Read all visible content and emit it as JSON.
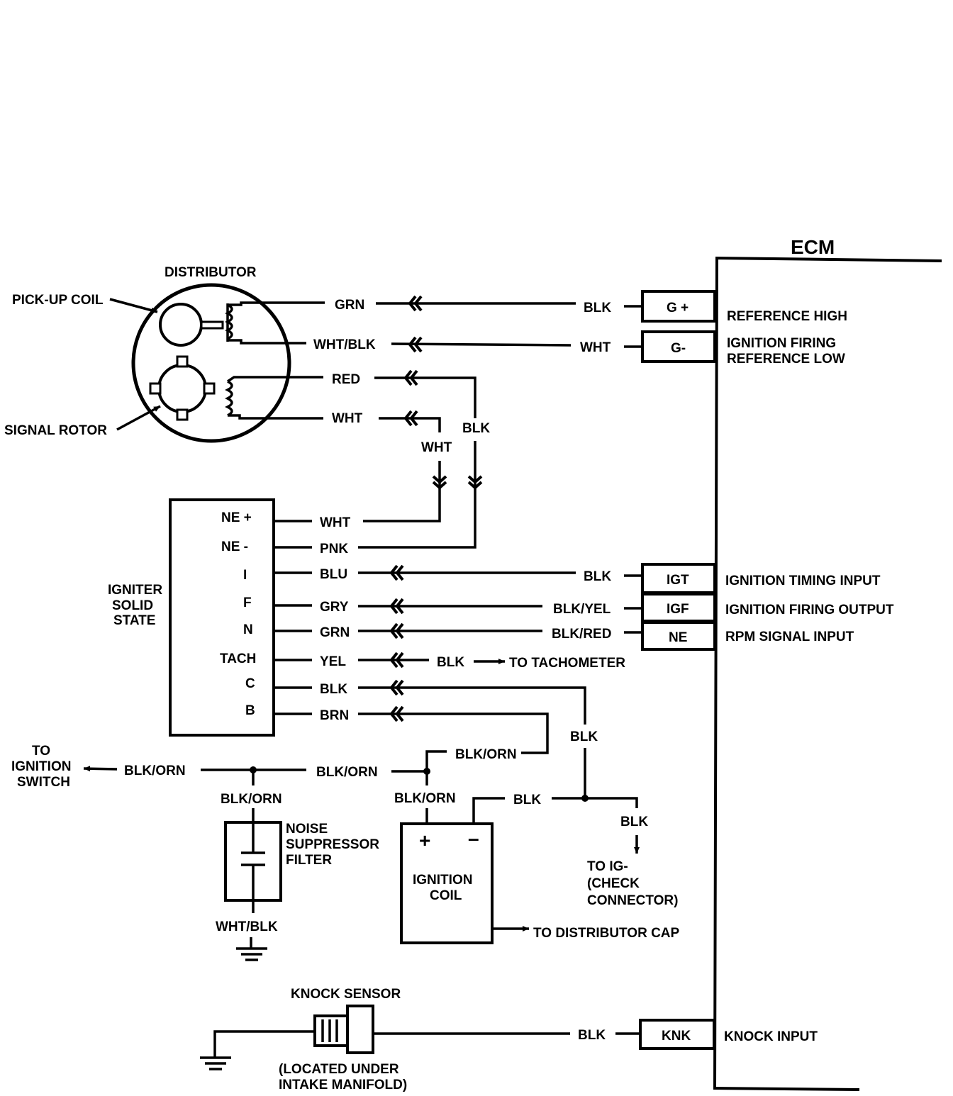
{
  "ecm": {
    "title": "ECM",
    "terminals": [
      {
        "code": "G +",
        "wire": "BLK",
        "description": "REFERENCE HIGH"
      },
      {
        "code": "G-",
        "wire": "WHT",
        "description_line1": "IGNITION FIRING",
        "description_line2": "REFERENCE LOW"
      },
      {
        "code": "IGT",
        "wire": "BLK",
        "description": "IGNITION TIMING INPUT"
      },
      {
        "code": "IGF",
        "wire": "BLK/YEL",
        "description": "IGNITION FIRING OUTPUT"
      },
      {
        "code": "NE",
        "wire": "BLK/RED",
        "description": "RPM SIGNAL INPUT"
      },
      {
        "code": "KNK",
        "wire": "BLK",
        "description": "KNOCK INPUT"
      }
    ]
  },
  "distributor": {
    "title": "DISTRIBUTOR",
    "pickup_coil": "PICK-UP COIL",
    "signal_rotor": "SIGNAL ROTOR",
    "wires": [
      "GRN",
      "WHT/BLK",
      "RED",
      "WHT"
    ]
  },
  "igniter": {
    "title_line1": "IGNITER",
    "title_line2": "SOLID",
    "title_line3": "STATE",
    "pins": [
      "NE +",
      "NE -",
      "I",
      "F",
      "N",
      "TACH",
      "C",
      "B"
    ],
    "wires": [
      "WHT",
      "PNK",
      "BLU",
      "GRY",
      "GRN",
      "YEL",
      "BLK",
      "BRN"
    ]
  },
  "junction_wires": {
    "blk_vertical": "BLK",
    "wht_vertical": "WHT",
    "tach_blk": "BLK",
    "c_blk_down": "BLK",
    "blk_orn_b": "BLK/ORN",
    "blk_orn_main": "BLK/ORN",
    "blk_orn_left": "BLK/ORN",
    "blk_orn_filter": "BLK/ORN",
    "blk_orn_coil": "BLK/ORN",
    "coil_neg_blk": "BLK",
    "check_blk": "BLK",
    "filter_ground": "WHT/BLK",
    "knock_blk": "BLK"
  },
  "destinations": {
    "tachometer": "TO TACHOMETER",
    "ignition_switch_line1": "TO",
    "ignition_switch_line2": "IGNITION",
    "ignition_switch_line3": "SWITCH",
    "check_line1": "TO IG-",
    "check_line2": "(CHECK",
    "check_line3": "CONNECTOR)",
    "distributor_cap": "TO DISTRIBUTOR CAP"
  },
  "noise_filter": {
    "line1": "NOISE",
    "line2": "SUPPRESSOR",
    "line3": "FILTER"
  },
  "ignition_coil": {
    "plus": "+",
    "minus": "–",
    "line1": "IGNITION",
    "line2": "COIL"
  },
  "knock_sensor": {
    "title": "KNOCK SENSOR",
    "note_line1": "(LOCATED UNDER",
    "note_line2": "INTAKE MANIFOLD)"
  }
}
